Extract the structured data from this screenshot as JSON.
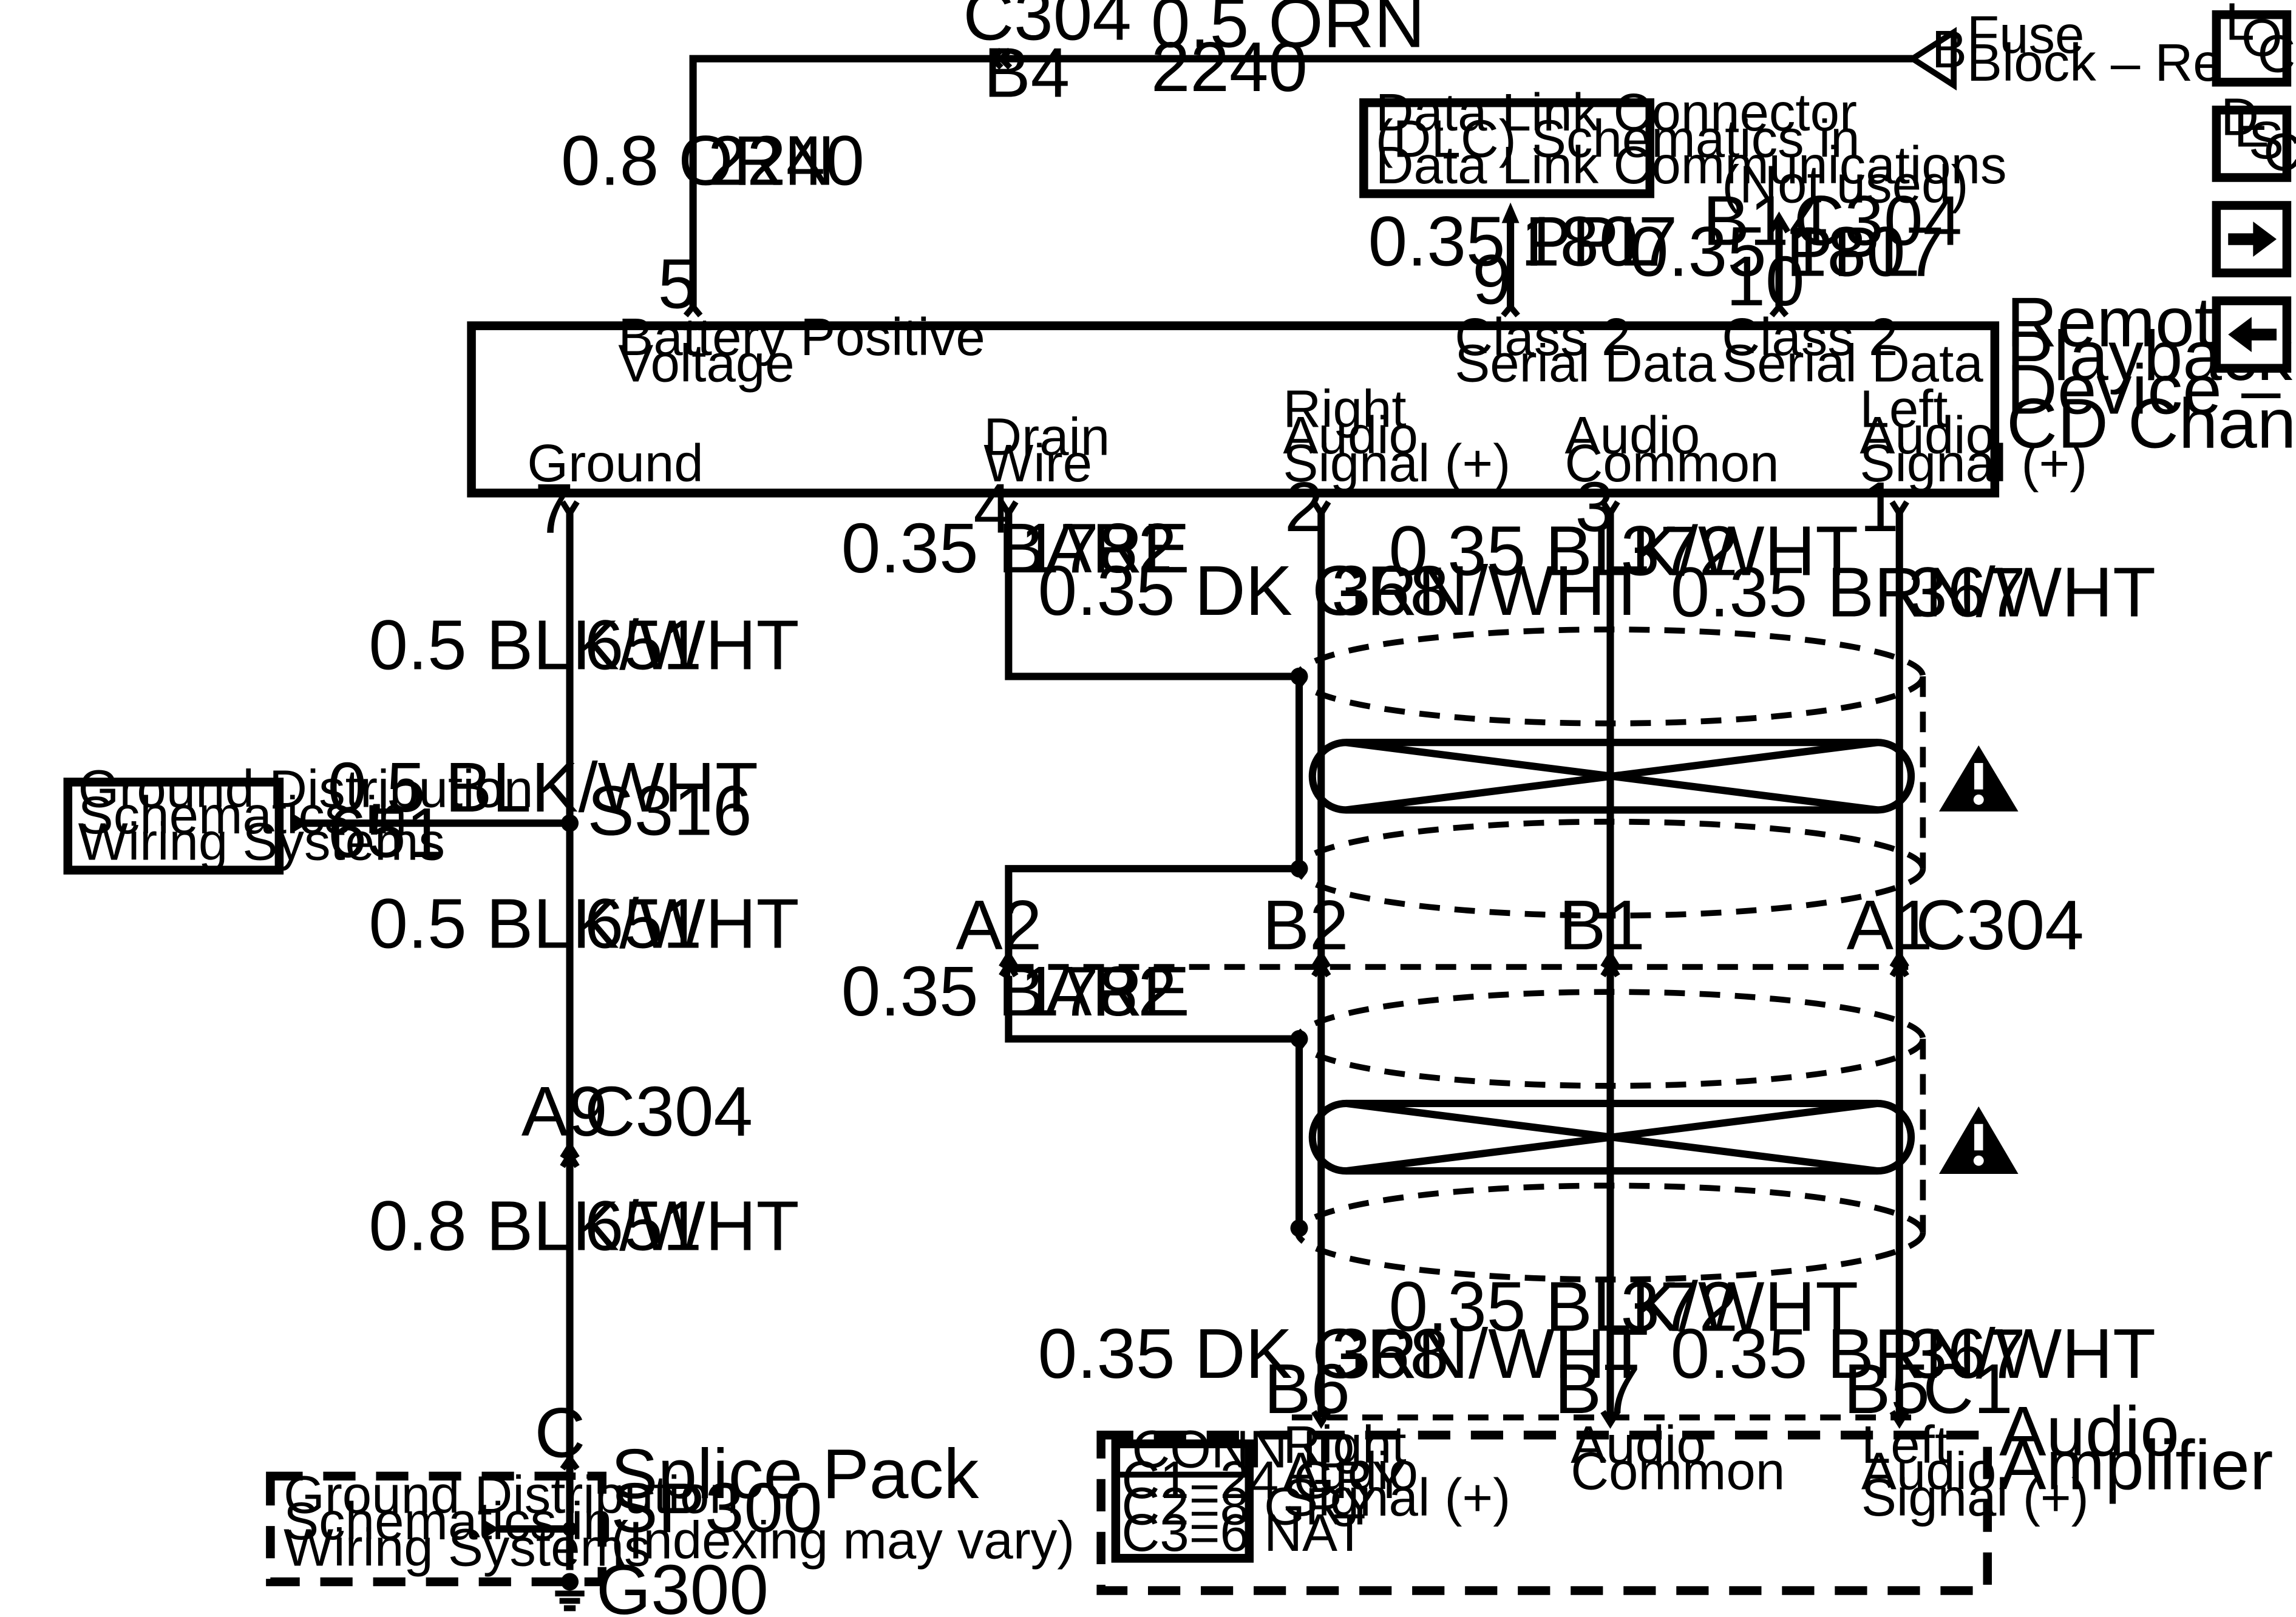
{
  "top": {
    "c304_label": "C304",
    "b4_label": "B4",
    "wire_orn_05": "0.5 ORN",
    "circuit_2240_top": "2240",
    "wire_orn_08": "0.8 ORN",
    "circuit_2240_left": "2240",
    "pin5": "5",
    "fuse_terminal": "B",
    "fuse_line1": "Fuse",
    "fuse_line2": "Block – Rear"
  },
  "dlc": {
    "line1": "Data Link Connector",
    "line2": "(DLC) Schematics in",
    "line3": "Data Link Communications",
    "wire": "0.35 PPL",
    "circuit": "1807",
    "pin": "9"
  },
  "not_used": {
    "note": "(Not used)",
    "b14": "B14",
    "c304": "C304",
    "wire": "0.35 PPL",
    "circuit": "1807",
    "pin": "10"
  },
  "cd_changer": {
    "title_line1": "Remote",
    "title_line2": "Playback",
    "title_line3": "Device –",
    "title_line4": "CD Changer",
    "battery_line1": "Battery Positive",
    "battery_line2": "Voltage",
    "class2a_line1": "Class 2",
    "class2a_line2": "Serial Data",
    "class2b_line1": "Class 2",
    "class2b_line2": "Serial Data",
    "ground": "Ground",
    "drain_line1": "Drain",
    "drain_line2": "Wire",
    "right_line1": "Right",
    "right_line2": "Audio",
    "right_line3": "Signal (+)",
    "common_line1": "Audio",
    "common_line2": "Common",
    "left_line1": "Left",
    "left_line2": "Audio",
    "left_line3": "Signal (+)",
    "pin7": "7",
    "pin4": "4",
    "pin2": "2",
    "pin3": "3",
    "pin1": "1"
  },
  "wires_upper": {
    "bare": "0.35 BARE",
    "bare_circuit": "1782",
    "dkgrn": "0.35 DK GRN/WHT",
    "dkgrn_circuit": "368",
    "blkwht": "0.35 BLK/WHT",
    "blkwht_circuit": "372",
    "brnwht": "0.35 BRN/WHT",
    "brnwht_circuit": "367"
  },
  "ground_chain": {
    "wire1": "0.5 BLK/WHT",
    "circuit1": "651",
    "splice_wire": "0.5 BLK/WHT",
    "splice_circuit": "651",
    "splice": "S316",
    "wire2": "0.5 BLK/WHT",
    "circuit2": "651",
    "a9": "A9",
    "c304": "C304",
    "wire3": "0.8 BLK/WHT",
    "circuit3": "651",
    "c_pin": "C",
    "splice_pack_line1": "Splice Pack",
    "splice_pack_line2": "SP300",
    "splice_pack_line3": "(Indexing may vary)",
    "g300": "G300"
  },
  "ground_ref_top": {
    "line1": "Ground Distribution",
    "line2": "Schematics in",
    "line3": "Wiring Systems"
  },
  "ground_ref_bottom": {
    "line1": "Ground Distribution",
    "line2": "Schematics in",
    "line3": "Wiring Systems"
  },
  "connector_mid": {
    "a2": "A2",
    "b2": "B2",
    "b1": "B1",
    "a1": "A1",
    "c304": "C304"
  },
  "wires_lower": {
    "bare": "0.35 BARE",
    "bare_circuit": "1782",
    "blkwht": "0.35 BLK/WHT",
    "blkwht_circuit": "372",
    "dkgrn": "0.35 DK GRN/WHT",
    "dkgrn_circuit": "368",
    "brnwht": "0.35 BRN/WHT",
    "brnwht_circuit": "367",
    "b6": "B6",
    "b7": "B7",
    "b5": "B5",
    "c1": "C1"
  },
  "amplifier": {
    "title_line1": "Audio",
    "title_line2": "Amplifier",
    "right_line1": "Right",
    "right_line2": "Audio",
    "right_line3": "Signal (+)",
    "common_line1": "Audio",
    "common_line2": "Common",
    "left_line1": "Left",
    "left_line2": "Audio",
    "left_line3": "Signal (+)",
    "conn_id_title": "CONN ID",
    "conn_c1": "C1=24 GRY",
    "conn_c2": "C2=8 GRY",
    "conn_c3": "C3=6 NAT"
  },
  "nav": {
    "loc_l": "L",
    "loc_o": "O",
    "loc_c": "C",
    "desc_d": "D",
    "desc_e": "E",
    "desc_s": "S",
    "desc_c": "C",
    "next_icon": "arrow-right-icon",
    "prev_icon": "arrow-left-icon"
  }
}
